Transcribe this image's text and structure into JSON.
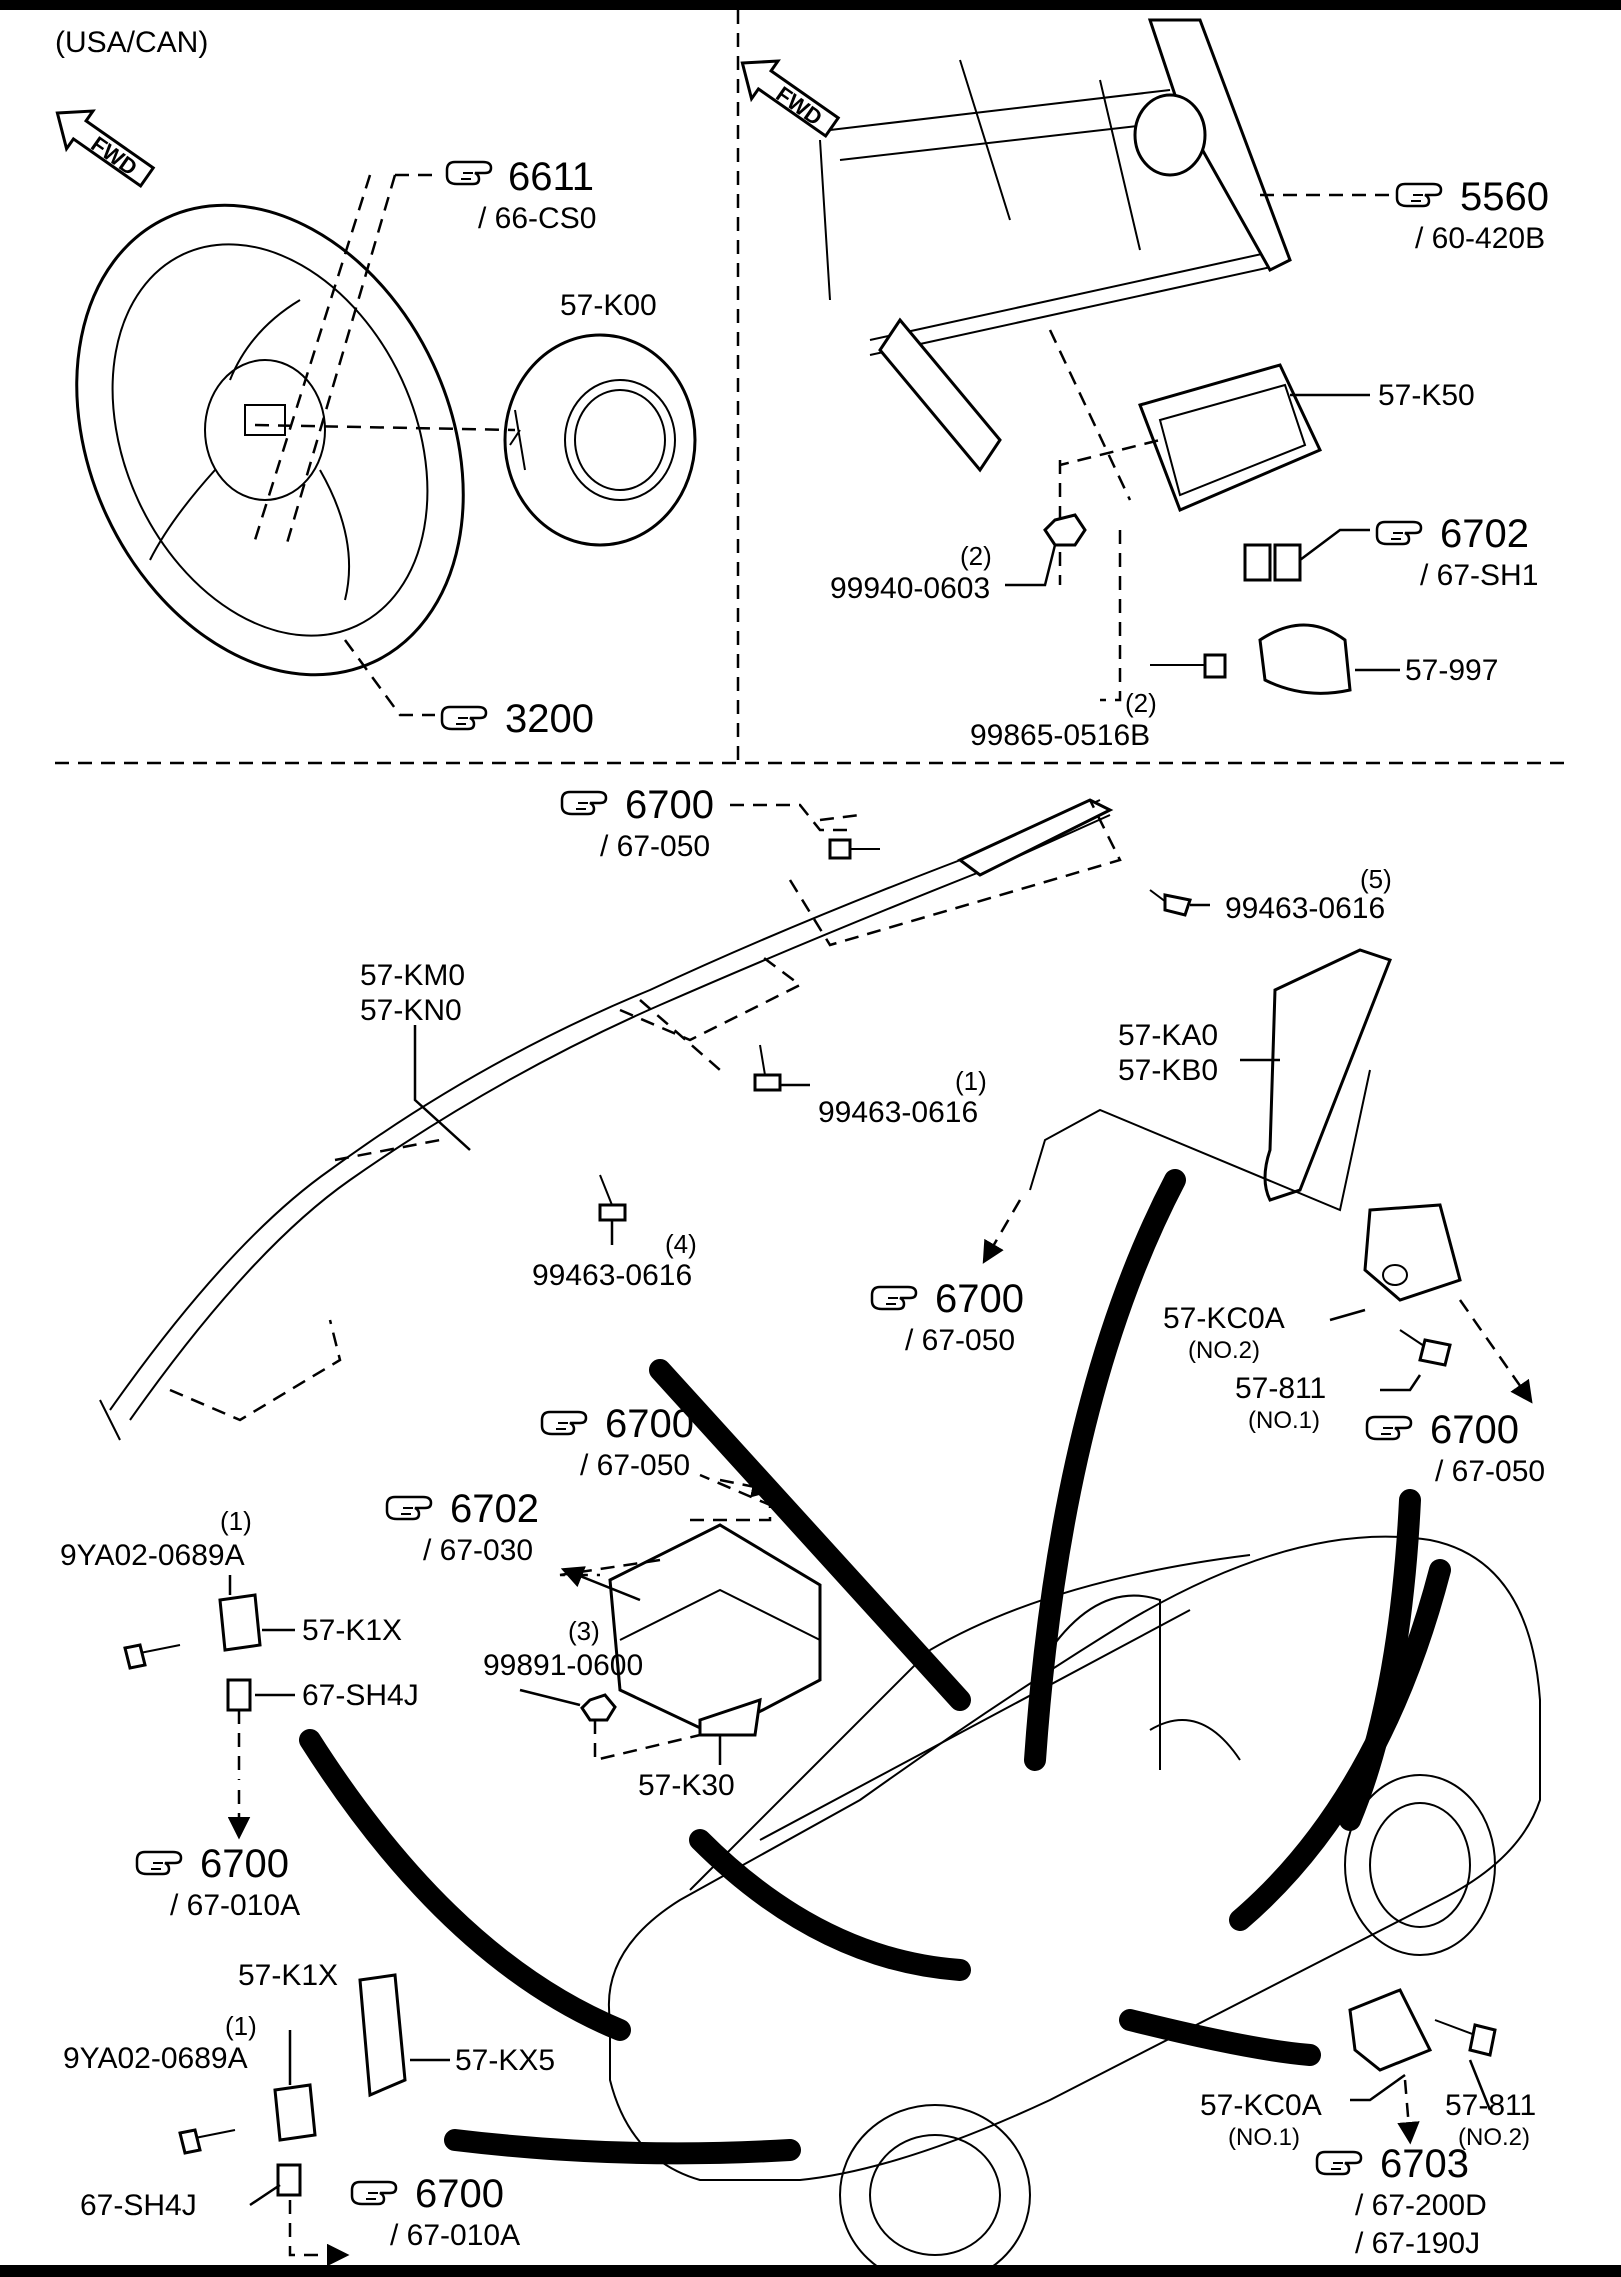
{
  "region_label": "(USA/CAN)",
  "fwd_label": "FWD",
  "refs": {
    "r6611": {
      "num": "6611",
      "sub": "/ 66-CS0"
    },
    "r3200": {
      "num": "3200"
    },
    "r5560": {
      "num": "5560",
      "sub": "/ 60-420B"
    },
    "r6702a": {
      "num": "6702",
      "sub": "/ 67-SH1"
    },
    "r6700a": {
      "num": "6700",
      "sub": "/ 67-050"
    },
    "r6700b": {
      "num": "6700",
      "sub": "/ 67-050"
    },
    "r6700c": {
      "num": "6700",
      "sub": "/ 67-050"
    },
    "r6700d": {
      "num": "6700",
      "sub": "/ 67-050"
    },
    "r6702b": {
      "num": "6702",
      "sub": "/ 67-030"
    },
    "r6700e": {
      "num": "6700",
      "sub": "/ 67-010A"
    },
    "r6700f": {
      "num": "6700",
      "sub": "/ 67-010A"
    },
    "r6703": {
      "num": "6703",
      "sub1": "/ 67-200D",
      "sub2": "/ 67-190J"
    }
  },
  "parts": {
    "p57K00": "57-K00",
    "p57K50": "57-K50",
    "p99940": {
      "qty": "(2)",
      "num": "99940-0603"
    },
    "p99865": {
      "qty": "(2)",
      "num": "99865-0516B"
    },
    "p57997": "57-997",
    "p99463a": {
      "qty": "(5)",
      "num": "99463-0616"
    },
    "p57KM0": {
      "l1": "57-KM0",
      "l2": "57-KN0"
    },
    "p99463b": {
      "qty": "(1)",
      "num": "99463-0616"
    },
    "p99463c": {
      "qty": "(4)",
      "num": "99463-0616"
    },
    "p57KA0": {
      "l1": "57-KA0",
      "l2": "57-KB0"
    },
    "p57KC0A2": {
      "num": "57-KC0A",
      "sub": "(NO.2)"
    },
    "p578111": {
      "num": "57-811",
      "sub": "(NO.1)"
    },
    "p9YA02a": {
      "qty": "(1)",
      "num": "9YA02-0689A"
    },
    "p57K1Xa": "57-K1X",
    "p67SH4Ja": "67-SH4J",
    "p99891": {
      "qty": "(3)",
      "num": "99891-0600"
    },
    "p57K30": "57-K30",
    "p57K1Xb": "57-K1X",
    "p9YA02b": {
      "qty": "(1)",
      "num": "9YA02-0689A"
    },
    "p57KX5": "57-KX5",
    "p67SH4Jb": "67-SH4J",
    "p57KC0A1": {
      "num": "57-KC0A",
      "sub": "(NO.1)"
    },
    "p578112": {
      "num": "57-811",
      "sub": "(NO.2)"
    }
  },
  "icons": {
    "ref": "pointing-hand-icon",
    "fwd": "fwd-arrow-icon"
  }
}
